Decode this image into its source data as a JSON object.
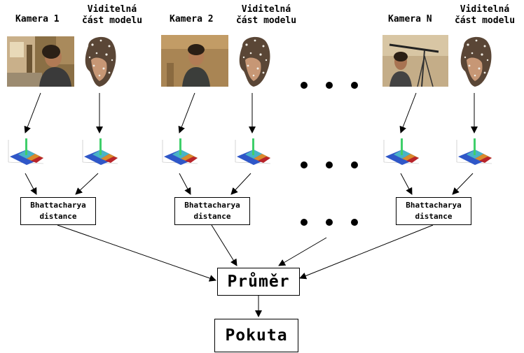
{
  "cameras": [
    {
      "camera_label": "Kamera 1",
      "model_label_line1": "Viditelná",
      "model_label_line2": "část modelu",
      "box_line1": "Bhattacharya",
      "box_line2": "distance"
    },
    {
      "camera_label": "Kamera 2",
      "model_label_line1": "Viditelná",
      "model_label_line2": "část modelu",
      "box_line1": "Bhattacharya",
      "box_line2": "distance"
    },
    {
      "camera_label": "Kamera N",
      "model_label_line1": "Viditelná",
      "model_label_line2": "část modelu",
      "box_line1": "Bhattacharya",
      "box_line2": "distance"
    }
  ],
  "average_label": "Průměr",
  "penalty_label": "Pokuta",
  "colors": {
    "line": "#000000",
    "photo_warm": "#b08a55",
    "plot_green": "#3fcf6a"
  }
}
